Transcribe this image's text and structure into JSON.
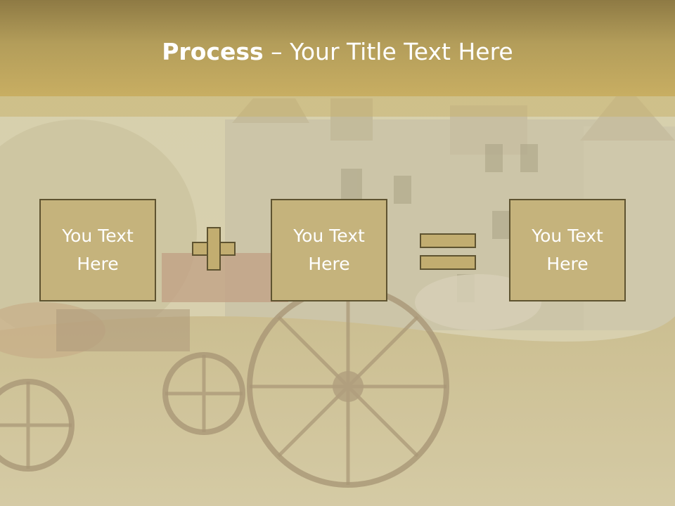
{
  "title": {
    "bold": "Process",
    "rest": " – Your Title Text Here"
  },
  "boxes": [
    {
      "text": "You Text Here"
    },
    {
      "text": "You Text Here"
    },
    {
      "text": "You Text Here"
    }
  ],
  "operators": {
    "plus": "plus-sign",
    "equals": "equals-sign"
  },
  "colors": {
    "band": "#c8ae62",
    "box_fill": "#c5b37c",
    "box_border": "#5e5330",
    "text": "#ffffff"
  }
}
